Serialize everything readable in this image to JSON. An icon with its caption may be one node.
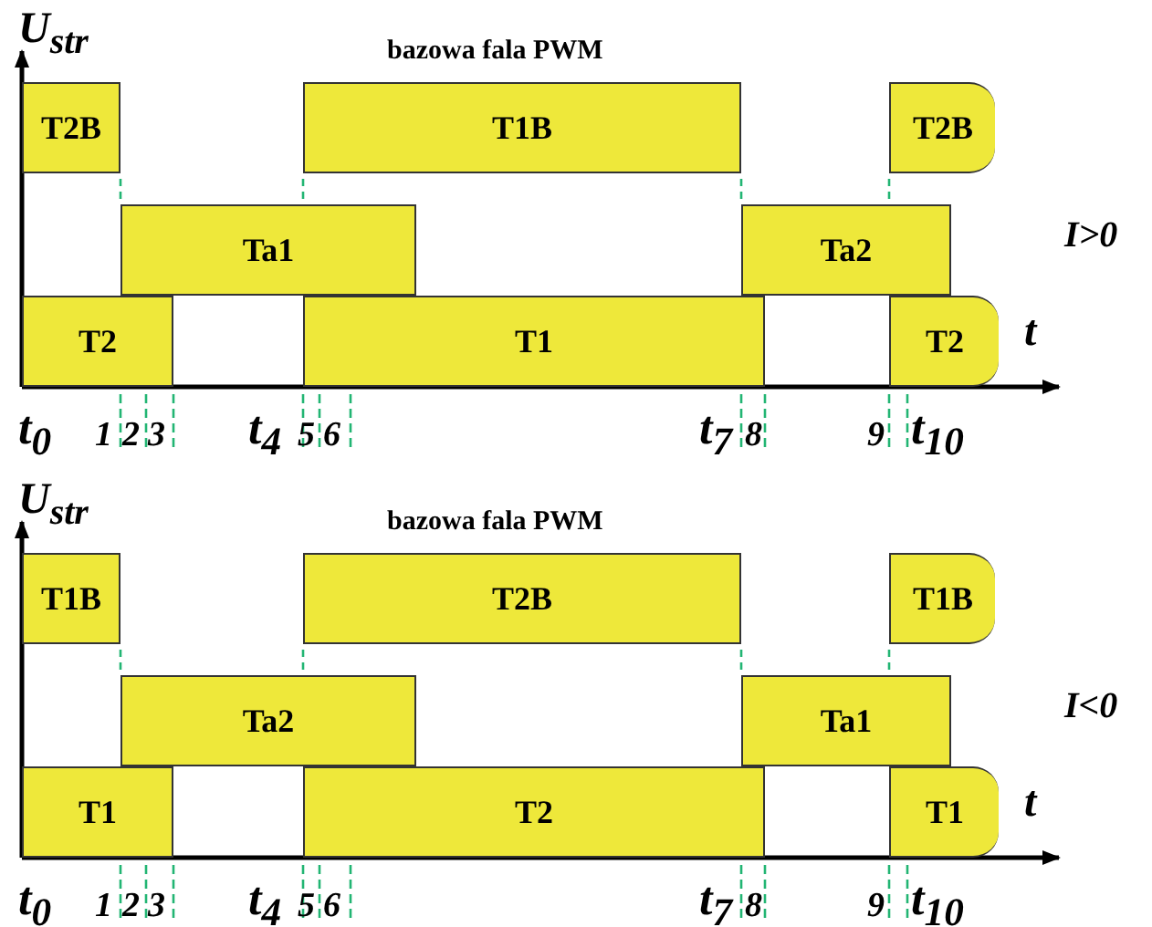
{
  "diagram": {
    "nodes": [
      {
        "text": [
          "T2B"
        ]
      },
      {
        "text": [
          "T1B"
        ]
      },
      {
        "text": [
          "T2B"
        ]
      },
      {
        "text": [
          "Ta1"
        ]
      },
      {
        "text": [
          "Ta2"
        ]
      },
      {
        "text": [
          "T2"
        ]
      },
      {
        "text": [
          "T1"
        ]
      },
      {
        "text": [
          "T2"
        ]
      },
      {
        "text": [
          "T1B"
        ]
      },
      {
        "text": [
          "T2B"
        ]
      },
      {
        "text": [
          "T1B"
        ]
      },
      {
        "text": [
          "Ta2"
        ]
      },
      {
        "text": [
          "Ta1"
        ]
      },
      {
        "text": [
          "T1"
        ]
      },
      {
        "text": [
          "T2"
        ]
      },
      {
        "text": [
          "T1"
        ]
      }
    ],
    "labels": [
      "U$_{str}$",
      "bazowa fala PWM",
      "I>0",
      "t",
      "t$_{0}$",
      "1",
      "2",
      "3",
      "t$_{4}$",
      "5",
      "6",
      "t$_{7}$",
      "8",
      "9",
      "t$_{10}$",
      "U$_{str}$",
      "bazowa fala PWM",
      "I<0",
      "t",
      "t$_{0}$",
      "1",
      "2",
      "3",
      "t$_{4}$",
      "5",
      "6",
      "t$_{7}$",
      "8",
      "9",
      "t$_{10}$"
    ]
  }
}
